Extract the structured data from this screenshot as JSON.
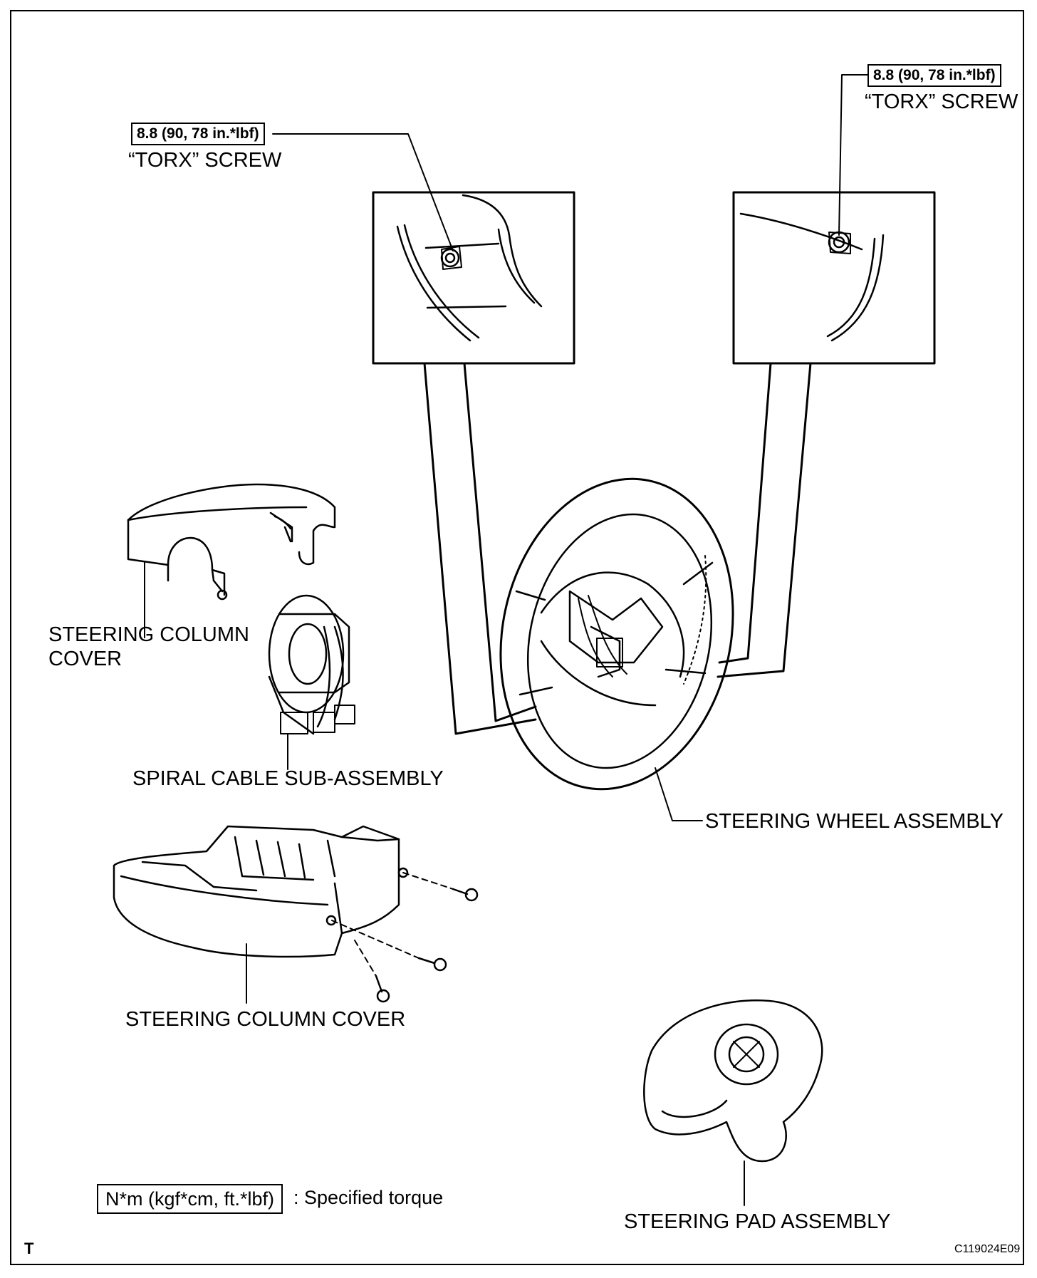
{
  "torque_spec": "8.8 (90, 78 in.*lbf)",
  "callouts": {
    "torx_screw_left": "“TORX” SCREW",
    "torx_screw_right": "“TORX” SCREW"
  },
  "parts": {
    "upper_column_cover": "STEERING COLUMN\nCOVER",
    "spiral_cable": "SPIRAL CABLE SUB-ASSEMBLY",
    "steering_wheel": "STEERING WHEEL ASSEMBLY",
    "lower_column_cover": "STEERING COLUMN COVER",
    "steering_pad": "STEERING PAD ASSEMBLY"
  },
  "legend": {
    "unit_box": "N*m (kgf*cm, ft.*lbf)",
    "description": ": Specified torque"
  },
  "corner_marks": {
    "left": "T",
    "right": "C119024E09"
  }
}
